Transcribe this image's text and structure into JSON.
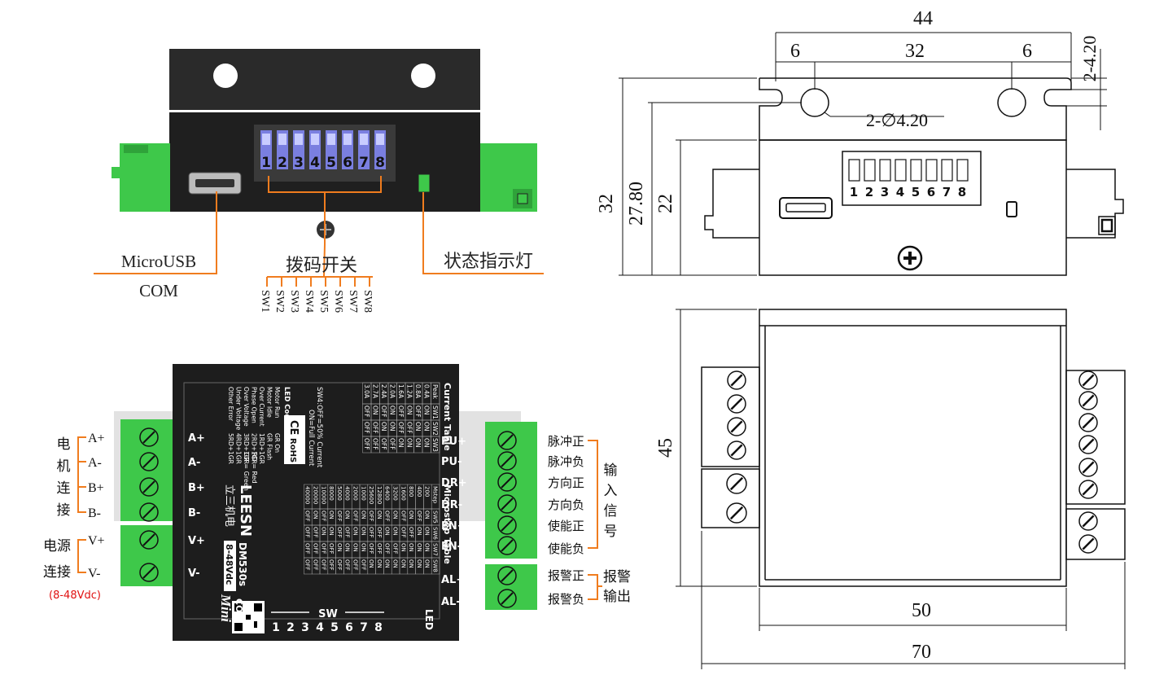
{
  "top_view": {
    "dip_numbers": [
      "1",
      "2",
      "3",
      "4",
      "5",
      "6",
      "7",
      "8"
    ],
    "labels": {
      "micro_usb": "MicroUSB",
      "com": "COM",
      "dip_switch": "拨码开关",
      "status_led": "状态指示灯"
    },
    "sw_labels": [
      "SW1",
      "SW2",
      "SW3",
      "SW4",
      "SW5",
      "SW6",
      "SW7",
      "SW8"
    ]
  },
  "front_panel": {
    "left_terminals": [
      "A+",
      "A-",
      "B+",
      "B-",
      "V+",
      "V-"
    ],
    "right_terminals": [
      "PU+",
      "PU-",
      "DR+",
      "DR-",
      "EN+",
      "EN-",
      "AL+",
      "AL-"
    ],
    "current_table": {
      "title": "Current Table",
      "headers": [
        "Peak",
        "SW1",
        "SW2",
        "SW3"
      ],
      "rows": [
        [
          "0.4A",
          "ON",
          "ON",
          "ON"
        ],
        [
          "0.8A",
          "OFF",
          "ON",
          "ON"
        ],
        [
          "1.2A",
          "ON",
          "OFF",
          "ON"
        ],
        [
          "1.6A",
          "OFF",
          "OFF",
          "ON"
        ],
        [
          "2.0A",
          "ON",
          "ON",
          "OFF"
        ],
        [
          "2.4A",
          "OFF",
          "ON",
          "OFF"
        ],
        [
          "2.7A",
          "ON",
          "OFF",
          "OFF"
        ],
        [
          "3.0A",
          "OFF",
          "OFF",
          "OFF"
        ]
      ],
      "sw4_note_1": "SW4:OFF=50% Current",
      "sw4_note_2": "ON=Full Current"
    },
    "microstep_table": {
      "title": "Microstep Table",
      "headers": [
        "Mstep",
        "SW5",
        "SW6",
        "SW7",
        "SW8"
      ],
      "rows": [
        [
          "200",
          "ON",
          "ON",
          "ON",
          "ON"
        ],
        [
          "400",
          "OFF",
          "ON",
          "ON",
          "ON"
        ],
        [
          "800",
          "ON",
          "OFF",
          "ON",
          "ON"
        ],
        [
          "1600",
          "OFF",
          "OFF",
          "ON",
          "ON"
        ],
        [
          "3200",
          "ON",
          "ON",
          "OFF",
          "ON"
        ],
        [
          "6400",
          "OFF",
          "ON",
          "OFF",
          "ON"
        ],
        [
          "12800",
          "ON",
          "OFF",
          "OFF",
          "ON"
        ],
        [
          "25600",
          "OFF",
          "OFF",
          "OFF",
          "ON"
        ],
        [
          "1000",
          "ON",
          "ON",
          "ON",
          "OFF"
        ],
        [
          "2000",
          "OFF",
          "ON",
          "ON",
          "OFF"
        ],
        [
          "4000",
          "ON",
          "OFF",
          "ON",
          "OFF"
        ],
        [
          "5000",
          "OFF",
          "OFF",
          "ON",
          "OFF"
        ],
        [
          "8000",
          "ON",
          "ON",
          "OFF",
          "OFF"
        ],
        [
          "10000",
          "OFF",
          "ON",
          "OFF",
          "OFF"
        ],
        [
          "20000",
          "ON",
          "OFF",
          "OFF",
          "OFF"
        ],
        [
          "40000",
          "OFF",
          "OFF",
          "OFF",
          "OFF"
        ]
      ]
    },
    "led_codes": {
      "title": "LED Codes",
      "rows": [
        [
          "Motor Run",
          "GR On"
        ],
        [
          "Motor Idle",
          "GR Flash"
        ],
        [
          "Over Current",
          "1RD+1GR"
        ],
        [
          "Phase Open",
          "2RD+1GR"
        ],
        [
          "Over Voltage",
          "3RD+1GR"
        ],
        [
          "Under Voltage",
          "4RD+1GR"
        ],
        [
          "Other Error",
          "5RD+1GR"
        ]
      ],
      "legend_red": "RD = Red",
      "legend_green": "GR = Green"
    },
    "cert_ce": "CE",
    "cert_rohs": "RoHS",
    "brand": "LEESN",
    "brand_cn": "立三机电",
    "model": "DM530s",
    "voltage": "8-48Vdc",
    "series": "Mini",
    "com_label": "COM",
    "sw_label": "SW",
    "sw_numbers": [
      "1",
      "2",
      "3",
      "4",
      "5",
      "6",
      "7",
      "8"
    ],
    "led_label": "LED"
  },
  "left_annotations": {
    "motor_chars": [
      "电",
      "机",
      "连",
      "接"
    ],
    "motor_pins": [
      "A+",
      "A-",
      "B+",
      "B-"
    ],
    "power_line1": "电源",
    "power_line2": "连接",
    "power_pins": [
      "V+",
      "V-"
    ],
    "power_range": "(8-48Vdc)"
  },
  "right_annotations": {
    "inputs": [
      "脉冲正",
      "脉冲负",
      "方向正",
      "方向负",
      "使能正",
      "使能负"
    ],
    "input_group_chars": [
      "输",
      "入",
      "信",
      "号"
    ],
    "alarms": [
      "报警正",
      "报警负"
    ],
    "alarm_group_1": "报警",
    "alarm_group_2": "输出"
  },
  "dimensions": {
    "width_total": "44",
    "hole_offset_left": "6",
    "hole_spacing": "32",
    "hole_offset_right": "6",
    "slot_dim": "2-4.20",
    "hole_callout": "2-∅4.20",
    "height_total": "32",
    "height_2": "27.80",
    "height_3": "22",
    "depth": "45",
    "body_width": "50",
    "overall_width": "70"
  },
  "colors": {
    "accent_orange": "#f07c1e",
    "terminal_green": "#3ec84a",
    "body_dark": "#2b2b2b",
    "dip_blue": "#7a7fe0",
    "warning_red": "#e01010"
  }
}
